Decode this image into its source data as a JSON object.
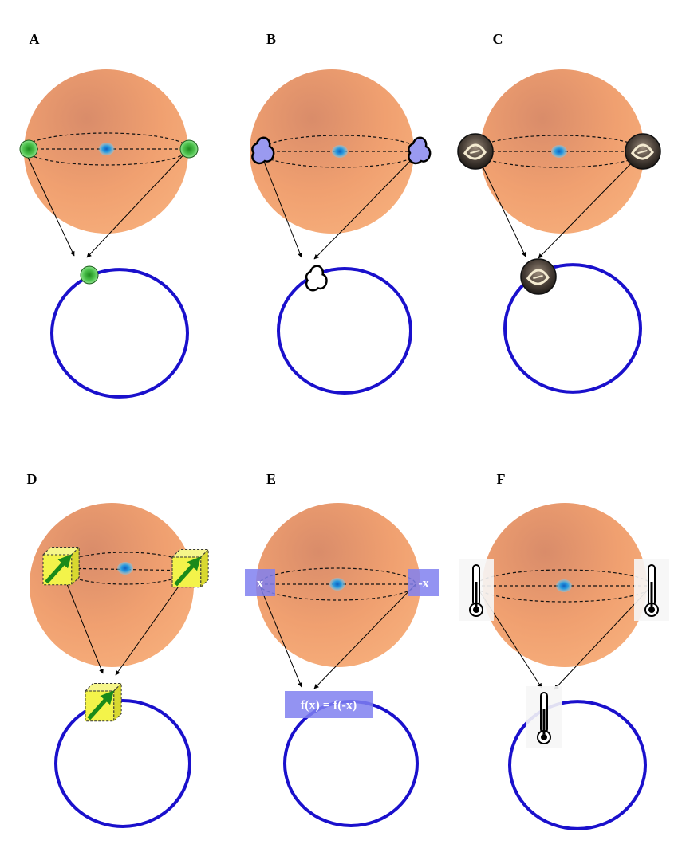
{
  "panels": [
    {
      "label": "A",
      "feature": "green-sphere"
    },
    {
      "label": "B",
      "feature": "blob"
    },
    {
      "label": "C",
      "feature": "eye-ball"
    },
    {
      "label": "D",
      "feature": "yellow-cube-arrow"
    },
    {
      "label": "E",
      "feature": "function-box",
      "left_text": "x",
      "right_text": "-x",
      "result_text": "f(x) = f(-x)"
    },
    {
      "label": "F",
      "feature": "thermometer"
    }
  ],
  "colors": {
    "sphere": "#f0a070",
    "ring": "#1a10cc",
    "center_dot": "#2a9de0",
    "green_feature": "#5ad05a",
    "blob": "#9a9af0",
    "cube": "#f3f34a",
    "arrow": "#1a8a1a",
    "label_box": "#8080f0"
  }
}
